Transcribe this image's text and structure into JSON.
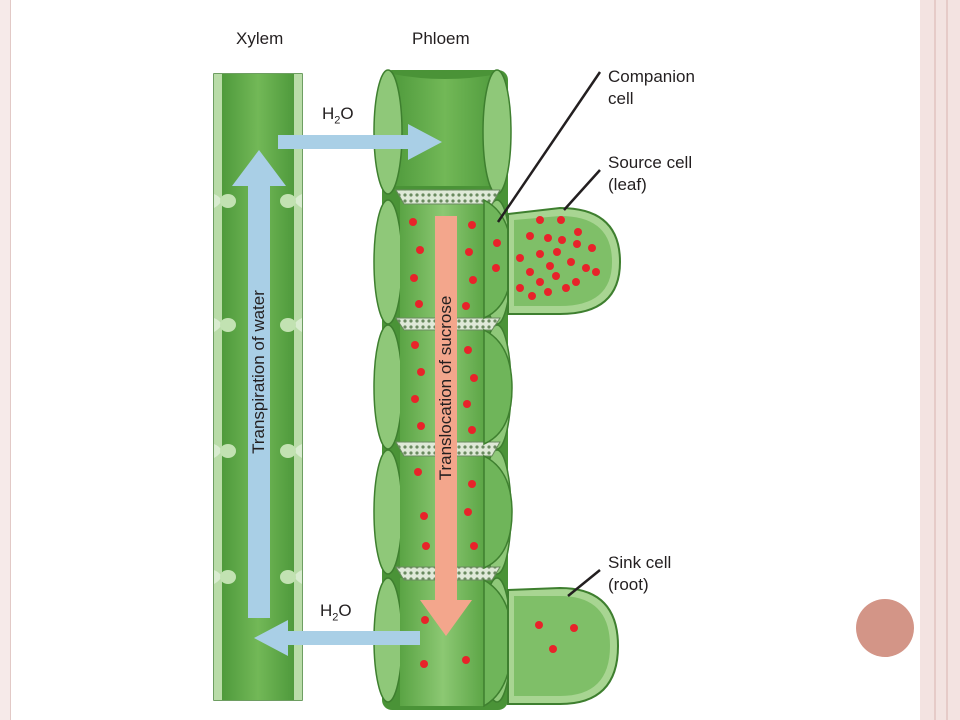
{
  "slide": {
    "colors": {
      "border_pink": "#e8d0ce",
      "accent_circle": "#d39587",
      "cell_green": "#68b04e",
      "cell_dark_green": "#3e7f2f",
      "water_arrow": "#a9cfe6",
      "sucrose_arrow": "#f3a68c",
      "sucrose_dot": "#e8232a"
    }
  },
  "diagram": {
    "labels": {
      "xylem": "Xylem",
      "phloem": "Phloem",
      "water_top": "H",
      "water_top_sub": "2",
      "water_top_end": "O",
      "water_bottom": "H",
      "water_bottom_sub": "2",
      "water_bottom_end": "O",
      "companion_cell_1": "Companion",
      "companion_cell_2": "cell",
      "source_cell_1": "Source cell",
      "source_cell_2": "(leaf)",
      "sink_cell_1": "Sink cell",
      "sink_cell_2": "(root)",
      "transpiration": "Transpiration of water",
      "translocation": "Translocation of sucrose"
    },
    "icons": [
      "water-arrow-icon",
      "sucrose-arrow-icon"
    ]
  }
}
